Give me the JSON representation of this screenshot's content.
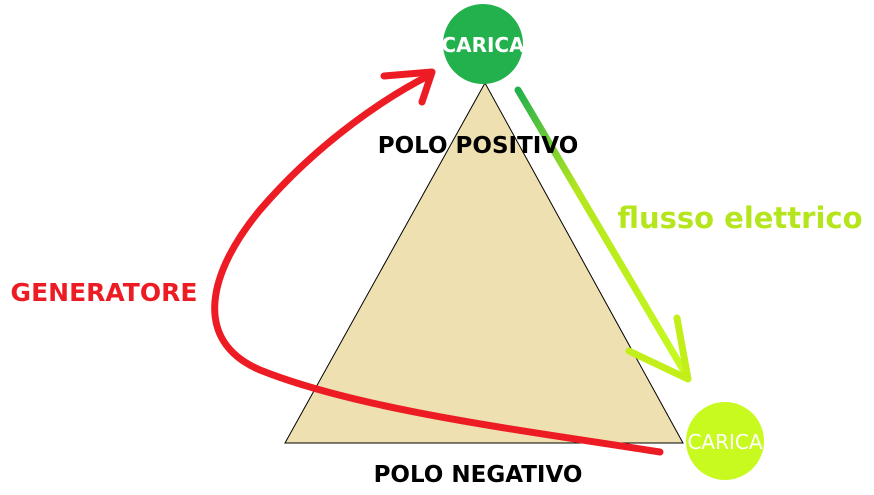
{
  "labels": {
    "top_charge": "CARICA",
    "bottom_charge": "CARICA",
    "positive_pole": "POLO POSITIVO",
    "negative_pole": "POLO NEGATIVO",
    "flow": "flusso elettrico",
    "generator": "GENERATORE"
  },
  "colors": {
    "triangle": "#eee0b0",
    "top_charge": "#22b14c",
    "bottom_charge": "#c8fa20",
    "generator": "#ed1c24",
    "flow": "#b5e61d"
  }
}
